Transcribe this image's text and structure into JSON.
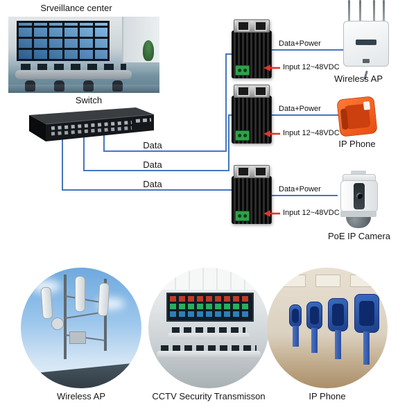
{
  "diagram": {
    "surveillance_label": "Srveillance center",
    "switch_label": "Switch",
    "data_labels": [
      "Data",
      "Data",
      "Data"
    ],
    "injectors": [
      {
        "out": "Data+Power",
        "in": "Input 12~48VDC",
        "device": "Wireless AP"
      },
      {
        "out": "Data+Power",
        "in": "Input 12~48VDC",
        "device": "IP Phone"
      },
      {
        "out": "Data+Power",
        "in": "Input 12~48VDC",
        "device": "PoE IP Camera"
      }
    ]
  },
  "gallery": [
    {
      "caption": "Wireless AP"
    },
    {
      "caption": "CCTV Security Transmisson"
    },
    {
      "caption": "IP Phone"
    }
  ],
  "colors": {
    "wire_blue": "#4577be",
    "arrow_red": "#e2342a",
    "injector_body": "#141414",
    "terminal_green": "#2fa14b",
    "phone_orange": "#f05a22"
  }
}
